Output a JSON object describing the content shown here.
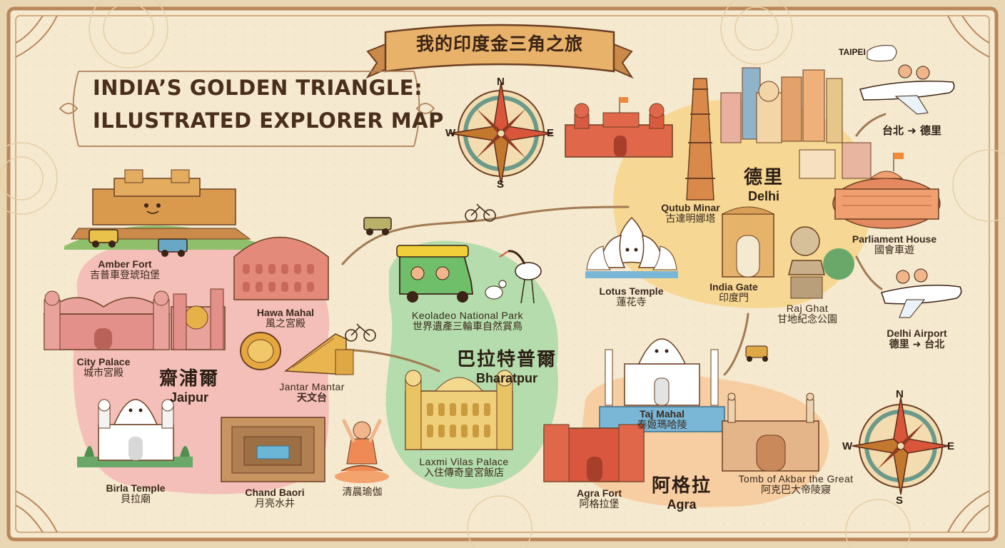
{
  "banner_title": "我的印度金三角之旅",
  "main_title": {
    "line1": "INDIA’S GOLDEN TRIANGLE:",
    "line2": "ILLUSTRATED EXPLORER MAP"
  },
  "compass_top": {
    "n": "N",
    "e": "E",
    "s": "S",
    "w": "W"
  },
  "compass_bottom": {
    "n": "N",
    "e": "E",
    "s": "S",
    "w": "W"
  },
  "flight_bubble": "TAIPEI",
  "route_out": "台北 ➜ 德里",
  "cities": {
    "delhi": {
      "zh": "德里",
      "en": "Delhi"
    },
    "jaipur": {
      "zh": "齋浦爾",
      "en": "Jaipur"
    },
    "bharatpur": {
      "zh": "巴拉特普爾",
      "en": "Bharatpur"
    },
    "agra": {
      "zh": "阿格拉",
      "en": "Agra"
    }
  },
  "landmarks": {
    "amber_fort": {
      "en": "Amber Fort",
      "zh": "吉普車登琥珀堡"
    },
    "hawa_mahal": {
      "en": "Hawa Mahal",
      "zh": "風之宮殿"
    },
    "city_palace": {
      "en": "City Palace",
      "zh": "城市宮殿"
    },
    "jantar_mantar": {
      "en": "Jantar Mantar",
      "zh": "天文台"
    },
    "birla_temple": {
      "en": "Birla Temple",
      "zh": "貝拉廟"
    },
    "chand_baori": {
      "en": "Chand Baori",
      "zh": "月亮水井"
    },
    "yoga": {
      "zh": "清晨瑜伽"
    },
    "keoladeo": {
      "en": "Keoladeo National Park",
      "zh": "世界遺產三輪車自然賞鳥"
    },
    "laxmi_vilas": {
      "en": "Laxmi Vilas Palace",
      "zh": "入住傳奇皇宮飯店"
    },
    "lotus_temple": {
      "en": "Lotus Temple",
      "zh": "蓮花寺"
    },
    "qutub_minar": {
      "en": "Qutub Minar",
      "zh": "古達明娜塔"
    },
    "india_gate": {
      "en": "India Gate",
      "zh": "印度門"
    },
    "raj_ghat": {
      "en": "Raj Ghat",
      "zh": "甘地紀念公園"
    },
    "parliament": {
      "en": "Parliament House",
      "zh": "國會車遊"
    },
    "delhi_airport": {
      "en": "Delhi Airport",
      "zh": "德里 ➜ 台北"
    },
    "taj_mahal": {
      "en": "Taj Mahal",
      "zh": "泰姬瑪哈陵"
    },
    "agra_fort": {
      "en": "Agra Fort",
      "zh": "阿格拉堡"
    },
    "akbar_tomb": {
      "en": "Tomb of Akbar the Great",
      "zh": "阿克巴大帝陵寢"
    }
  },
  "colors": {
    "parchment": "#f5e9cf",
    "border": "#b9865a",
    "jaipur_zone": "#f3b7b4",
    "bharatpur_zone": "#a8d9a6",
    "delhi_zone": "#f6d58a",
    "agra_zone": "#f6c99a",
    "road": "#a07a52"
  }
}
